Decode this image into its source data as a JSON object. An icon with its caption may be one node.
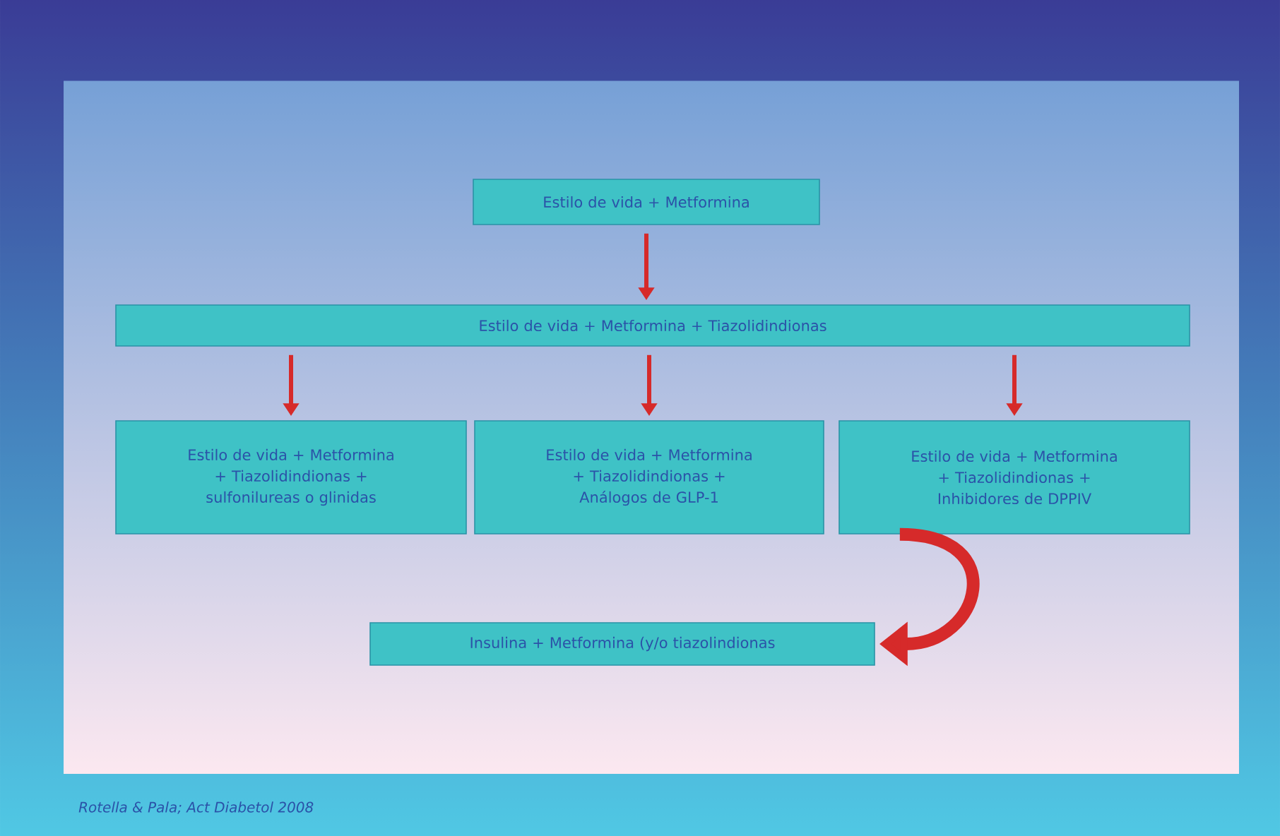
{
  "diagram": {
    "caption": "Rotella & Pala; Act Diabetol 2008",
    "nodes": [
      {
        "text": [
          "Estilo de vida + Metformina"
        ]
      },
      {
        "text": [
          "Estilo de vida + Metformina + Tiazolidindionas"
        ]
      },
      {
        "text": [
          "Estilo de vida + Metformina + Tiazolidindionas + sulfonilureas o glinidas"
        ]
      },
      {
        "text": [
          "Estilo de vida + Metformina + Tiazolidindionas + Análogos de GLP-1"
        ]
      },
      {
        "text": [
          "Estilo de vida + Metformina + Tiazolidindionas + Inhibidores de DPPIV"
        ]
      },
      {
        "text": [
          "Insulina + Metformina (y/o tiazolindionas"
        ]
      }
    ],
    "edges": [
      {
        "from": 0,
        "to": 1,
        "arrow": "to"
      },
      {
        "from": 1,
        "to": 2,
        "arrow": "to"
      },
      {
        "from": 1,
        "to": 3,
        "arrow": "to"
      },
      {
        "from": 1,
        "to": 4,
        "arrow": "to"
      },
      {
        "from": 4,
        "to": 5,
        "arrow": "to",
        "style": "thick"
      }
    ]
  }
}
